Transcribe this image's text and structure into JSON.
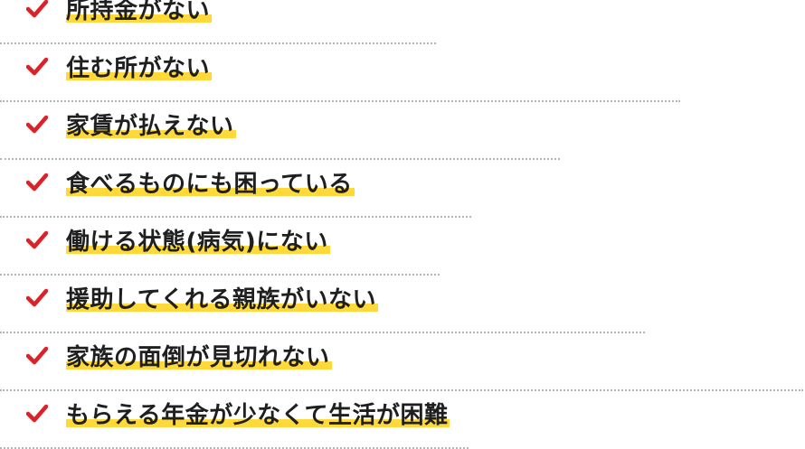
{
  "colors": {
    "check": "#d8232a",
    "highlight": "#ffd83a",
    "text": "#1f1f1f",
    "divider": "#b5b5b5"
  },
  "icon": "checkmark-icon",
  "items": [
    {
      "label": "所持金がない"
    },
    {
      "label": "住む所がない"
    },
    {
      "label": "家賃が払えない"
    },
    {
      "label": "食べるものにも困っている"
    },
    {
      "label": "働ける状態(病気)にない"
    },
    {
      "label": "援助してくれる親族がいない"
    },
    {
      "label": "家族の面倒が見切れない"
    },
    {
      "label": "もらえる年金が少なくて生活が困難"
    }
  ]
}
